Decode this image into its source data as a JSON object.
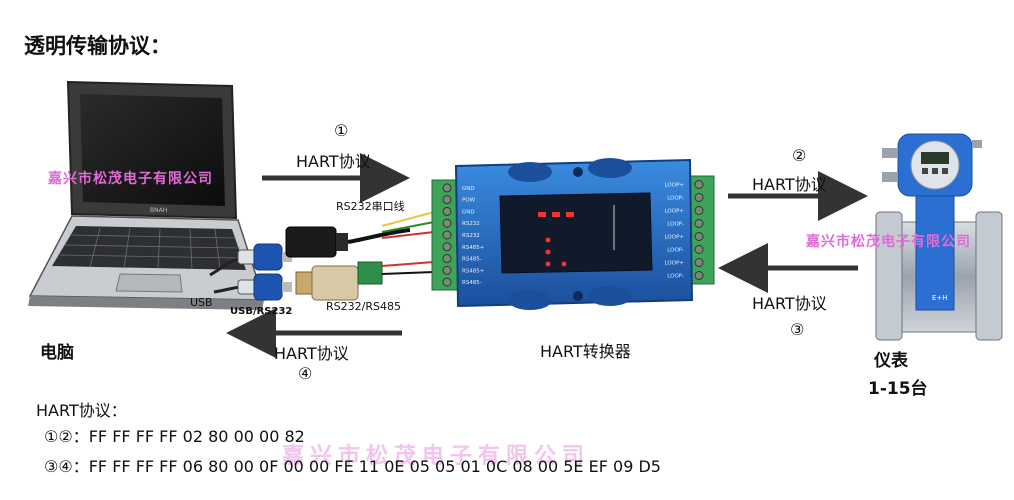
{
  "title": "透明传输协议：",
  "watermark": "嘉兴市松茂电子有限公司",
  "arrows": {
    "a1": {
      "num": "①",
      "label": "HART协议"
    },
    "a2": {
      "num": "②",
      "label": "HART协议"
    },
    "a3": {
      "num": "③",
      "label": "HART协议"
    },
    "a4": {
      "num": "④",
      "label": "HART协议"
    }
  },
  "devices": {
    "computer": "电脑",
    "converter": "HART转换器",
    "meter": "仪表",
    "meter_count": "1-15台"
  },
  "cables": {
    "rs232_serial": "RS232串口线",
    "rs232_rs485": "RS232/RS485",
    "usb": "USB",
    "usb_rs232": "USB/RS232"
  },
  "converter_left_terminals": [
    "GND",
    "POW",
    "GND",
    "RS232",
    "RS232",
    "RS485+",
    "RS485-",
    "RS485+",
    "RS485-"
  ],
  "converter_right_terminals": [
    "LOOP+",
    "LOOP-",
    "LOOP+",
    "LOOP-",
    "LOOP+",
    "LOOP-",
    "LOOP+",
    "LOOP-"
  ],
  "protocol": {
    "heading": "HART协议：",
    "line1_prefix": "①②：",
    "line1_bytes": "FF FF FF FF 02 80 00 00 82",
    "line2_prefix": "③④：",
    "line2_bytes": "FF FF FF FF 06 80 00 0F 00 00 FE 11 0E 05 05 01 0C 08 00 5E EF 09 D5"
  },
  "colors": {
    "converter_body": "#1f5fb8",
    "terminal_green": "#3fa35a",
    "meter_blue": "#2a6fd1",
    "arrow": "#333333",
    "watermark": "#e06ad6"
  }
}
